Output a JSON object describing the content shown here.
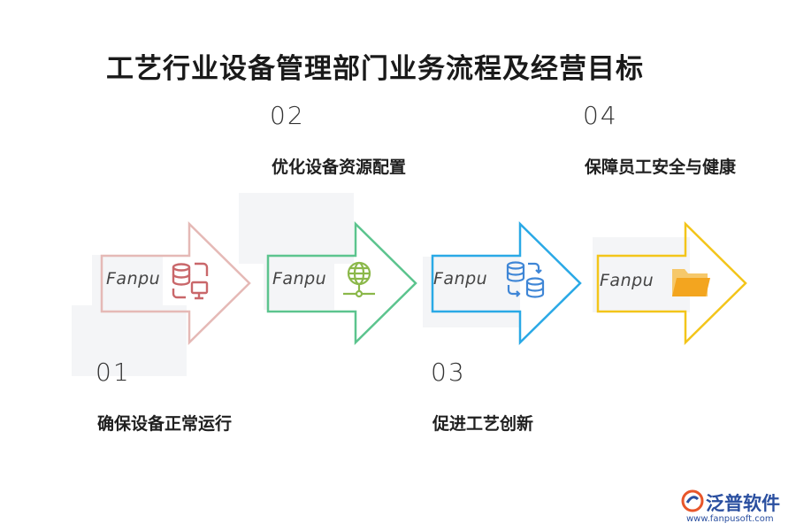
{
  "title": "工艺行业设备管理部门业务流程及经营目标",
  "steps": [
    {
      "number": "01",
      "label": "确保设备正常运行",
      "watermark": "Fanpu",
      "icon": "database-monitor-icon",
      "color": "#e5b9b6",
      "icon_color": "#c9676a"
    },
    {
      "number": "02",
      "label": "优化设备资源配置",
      "watermark": "Fanpu",
      "icon": "globe-network-icon",
      "color": "#5cc48e",
      "icon_color": "#8bb84a"
    },
    {
      "number": "03",
      "label": "促进工艺创新",
      "watermark": "Fanpu",
      "icon": "database-sync-icon",
      "color": "#2aa9e6",
      "icon_color": "#3f86d6"
    },
    {
      "number": "04",
      "label": "保障员工安全与健康",
      "watermark": "Fanpu",
      "icon": "folder-icon",
      "color": "#f3c51a",
      "icon_color": "#f3a51f"
    }
  ],
  "brand": {
    "name": "泛普软件",
    "url": "www.fanpusoft.com",
    "color": "#2a4fa0"
  }
}
